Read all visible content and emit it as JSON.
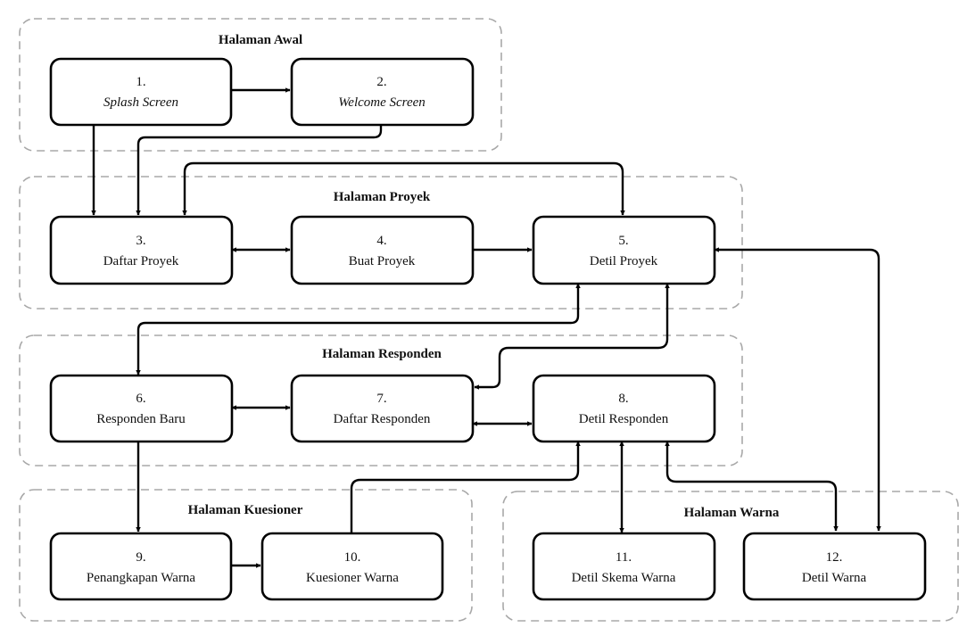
{
  "groups": {
    "awal": "Halaman Awal",
    "proyek": "Halaman Proyek",
    "responden": "Halaman Responden",
    "kuesioner": "Halaman Kuesioner",
    "warna": "Halaman Warna"
  },
  "nodes": {
    "n1": {
      "num": "1.",
      "name": "Splash Screen"
    },
    "n2": {
      "num": "2.",
      "name": "Welcome Screen"
    },
    "n3": {
      "num": "3.",
      "name": "Daftar Proyek"
    },
    "n4": {
      "num": "4.",
      "name": "Buat Proyek"
    },
    "n5": {
      "num": "5.",
      "name": "Detil Proyek"
    },
    "n6": {
      "num": "6.",
      "name": "Responden Baru"
    },
    "n7": {
      "num": "7.",
      "name": "Daftar Responden"
    },
    "n8": {
      "num": "8.",
      "name": "Detil Responden"
    },
    "n9": {
      "num": "9.",
      "name": "Penangkapan Warna"
    },
    "n10": {
      "num": "10.",
      "name": "Kuesioner Warna"
    },
    "n11": {
      "num": "11.",
      "name": "Detil Skema Warna"
    },
    "n12": {
      "num": "12.",
      "name": "Detil Warna"
    }
  }
}
